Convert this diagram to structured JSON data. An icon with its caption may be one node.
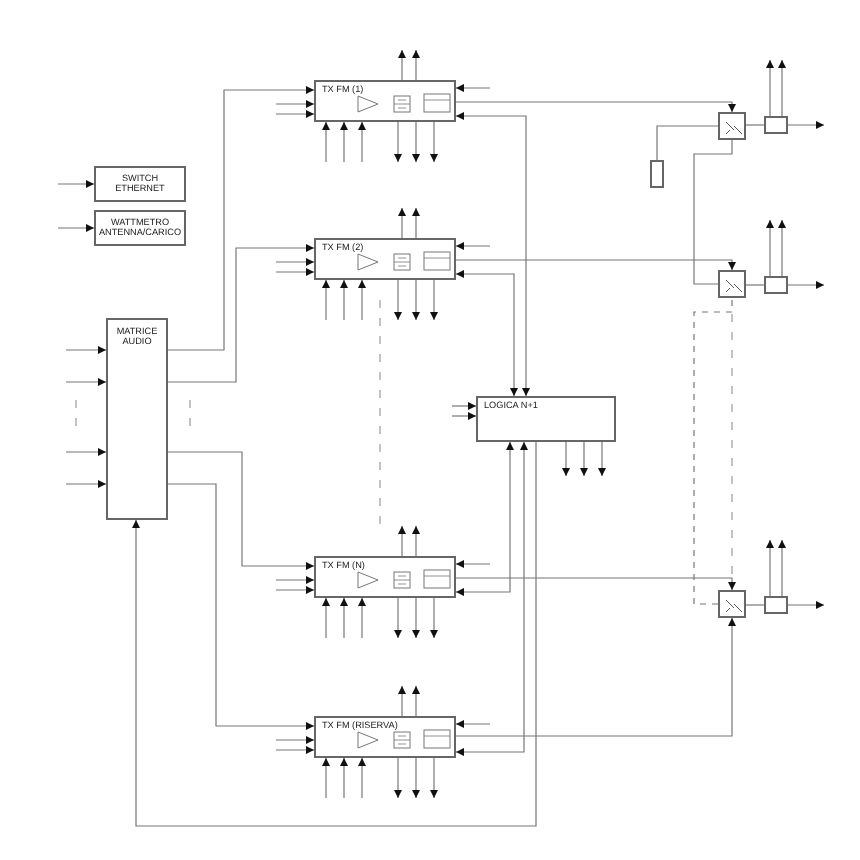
{
  "diagram": {
    "nodes": [
      {
        "text": [
          "SWITCH ETHERNET"
        ]
      },
      {
        "text": [
          "WATTMETRO ANTENNA/CARICO"
        ]
      },
      {
        "text": [
          "MATRICE AUDIO"
        ]
      },
      {
        "text": [
          "TX FM (1)"
        ]
      },
      {
        "text": [
          "TX FM (2)"
        ]
      },
      {
        "text": [
          "LOGICA N+1"
        ]
      },
      {
        "text": [
          "TX FM (N)"
        ]
      },
      {
        "text": [
          "TX FM (RISERVA)"
        ]
      },
      {
        "text": [],
        "shape": "box"
      },
      {
        "text": [],
        "shape": "box"
      },
      {
        "text": [],
        "shape": "box"
      },
      {
        "text": [],
        "shape": "box"
      },
      {
        "text": [],
        "shape": "box"
      },
      {
        "text": [],
        "shape": "box"
      },
      {
        "text": [],
        "shape": "box"
      }
    ],
    "edges": [
      {
        "from": null,
        "to": 0,
        "arrow": "to"
      },
      {
        "from": null,
        "to": 1,
        "arrow": "to"
      },
      {
        "from": null,
        "to": 2,
        "arrow": "to"
      },
      {
        "from": null,
        "to": 2,
        "arrow": "to"
      },
      {
        "from": null,
        "to": 2,
        "arrow": "to"
      },
      {
        "from": null,
        "to": 2,
        "arrow": "to"
      },
      {
        "from": 2,
        "to": 3,
        "arrow": "to"
      },
      {
        "from": 2,
        "to": 4,
        "arrow": "to"
      },
      {
        "from": 2,
        "to": 6,
        "arrow": "to"
      },
      {
        "from": 2,
        "to": 7,
        "arrow": "to"
      },
      {
        "from": null,
        "to": 3,
        "arrow": "to"
      },
      {
        "from": null,
        "to": 3,
        "arrow": "to"
      },
      {
        "from": null,
        "to": 3,
        "arrow": "to"
      },
      {
        "from": null,
        "to": 3,
        "arrow": "to"
      },
      {
        "from": null,
        "to": 3,
        "arrow": "to"
      },
      {
        "from": 3,
        "to": null,
        "arrow": "to"
      },
      {
        "from": 3,
        "to": null,
        "arrow": "to"
      },
      {
        "from": 3,
        "to": null,
        "arrow": "to"
      },
      {
        "from": 3,
        "to": null,
        "arrow": "to"
      },
      {
        "from": 3,
        "to": null,
        "arrow": "to"
      },
      {
        "from": null,
        "to": 3,
        "arrow": "to"
      },
      {
        "from": null,
        "to": 4,
        "arrow": "to"
      },
      {
        "from": null,
        "to": 4,
        "arrow": "to"
      },
      {
        "from": null,
        "to": 4,
        "arrow": "to"
      },
      {
        "from": null,
        "to": 4,
        "arrow": "to"
      },
      {
        "from": null,
        "to": 4,
        "arrow": "to"
      },
      {
        "from": 4,
        "to": null,
        "arrow": "to"
      },
      {
        "from": 4,
        "to": null,
        "arrow": "to"
      },
      {
        "from": 4,
        "to": null,
        "arrow": "to"
      },
      {
        "from": 4,
        "to": null,
        "arrow": "to"
      },
      {
        "from": 4,
        "to": null,
        "arrow": "to"
      },
      {
        "from": null,
        "to": 4,
        "arrow": "to"
      },
      {
        "from": null,
        "to": 6,
        "arrow": "to"
      },
      {
        "from": null,
        "to": 6,
        "arrow": "to"
      },
      {
        "from": null,
        "to": 6,
        "arrow": "to"
      },
      {
        "from": null,
        "to": 6,
        "arrow": "to"
      },
      {
        "from": null,
        "to": 6,
        "arrow": "to"
      },
      {
        "from": 6,
        "to": null,
        "arrow": "to"
      },
      {
        "from": 6,
        "to": null,
        "arrow": "to"
      },
      {
        "from": 6,
        "to": null,
        "arrow": "to"
      },
      {
        "from": 6,
        "to": null,
        "arrow": "to"
      },
      {
        "from": 6,
        "to": null,
        "arrow": "to"
      },
      {
        "from": null,
        "to": 6,
        "arrow": "to"
      },
      {
        "from": null,
        "to": 7,
        "arrow": "to"
      },
      {
        "from": null,
        "to": 7,
        "arrow": "to"
      },
      {
        "from": null,
        "to": 7,
        "arrow": "to"
      },
      {
        "from": null,
        "to": 7,
        "arrow": "to"
      },
      {
        "from": null,
        "to": 7,
        "arrow": "to"
      },
      {
        "from": 7,
        "to": null,
        "arrow": "to"
      },
      {
        "from": 7,
        "to": null,
        "arrow": "to"
      },
      {
        "from": 7,
        "to": null,
        "arrow": "to"
      },
      {
        "from": 7,
        "to": null,
        "arrow": "to"
      },
      {
        "from": 7,
        "to": null,
        "arrow": "to"
      },
      {
        "from": null,
        "to": 7,
        "arrow": "to"
      },
      {
        "from": 3,
        "to": 8,
        "arrow": "to"
      },
      {
        "from": 4,
        "to": 9,
        "arrow": "to"
      },
      {
        "from": 6,
        "to": 10,
        "arrow": "to"
      },
      {
        "from": 7,
        "to": 10,
        "arrow": "to"
      },
      {
        "from": 3,
        "to": 5,
        "arrow": "both"
      },
      {
        "from": 4,
        "to": 5,
        "arrow": "both"
      },
      {
        "from": 6,
        "to": 5,
        "arrow": "both"
      },
      {
        "from": 7,
        "to": 5,
        "arrow": "both"
      },
      {
        "from": 5,
        "to": 2,
        "arrow": "to"
      },
      {
        "from": null,
        "to": 5,
        "arrow": "to"
      },
      {
        "from": null,
        "to": 5,
        "arrow": "to"
      },
      {
        "from": 5,
        "to": null,
        "arrow": "to"
      },
      {
        "from": 5,
        "to": null,
        "arrow": "to"
      },
      {
        "from": 5,
        "to": null,
        "arrow": "to"
      },
      {
        "from": 8,
        "to": 14,
        "arrow": "none"
      },
      {
        "from": 9,
        "to": 8,
        "arrow": "none"
      },
      {
        "from": 10,
        "to": 9,
        "arrow": "none",
        "style": "dashed"
      },
      {
        "from": 8,
        "to": 11,
        "arrow": "none"
      },
      {
        "from": 9,
        "to": 12,
        "arrow": "none"
      },
      {
        "from": 10,
        "to": 13,
        "arrow": "none"
      },
      {
        "from": 11,
        "to": null,
        "arrow": "to"
      },
      {
        "from": 12,
        "to": null,
        "arrow": "to"
      },
      {
        "from": 13,
        "to": null,
        "arrow": "to"
      },
      {
        "from": 11,
        "to": null,
        "arrow": "to"
      },
      {
        "from": 11,
        "to": null,
        "arrow": "to"
      },
      {
        "from": 12,
        "to": null,
        "arrow": "to"
      },
      {
        "from": 12,
        "to": null,
        "arrow": "to"
      },
      {
        "from": 13,
        "to": null,
        "arrow": "to"
      },
      {
        "from": 13,
        "to": null,
        "arrow": "to"
      }
    ]
  }
}
